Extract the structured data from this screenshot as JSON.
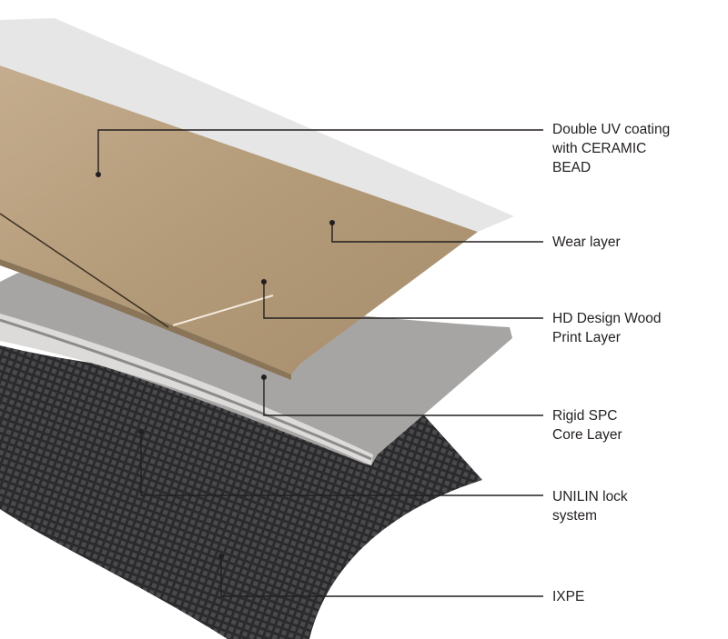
{
  "title": "Flooring layer structure diagram",
  "labels": [
    {
      "id": "coating",
      "text": "Double UV coating\nwith CERAMIC\nBEAD"
    },
    {
      "id": "wear",
      "text": "Wear layer"
    },
    {
      "id": "print",
      "text": "HD Design Wood\nPrint Layer"
    },
    {
      "id": "core",
      "text": "Rigid SPC\nCore Layer"
    },
    {
      "id": "lock",
      "text": "UNILIN lock\nsystem"
    },
    {
      "id": "ixpe",
      "text": "IXPE"
    }
  ],
  "colors": {
    "coating": "#e6e6e6",
    "wood": "#b59d7c",
    "core": "#a7a5a3",
    "ixpe": "#2b2b2d",
    "line": "#231f20"
  }
}
